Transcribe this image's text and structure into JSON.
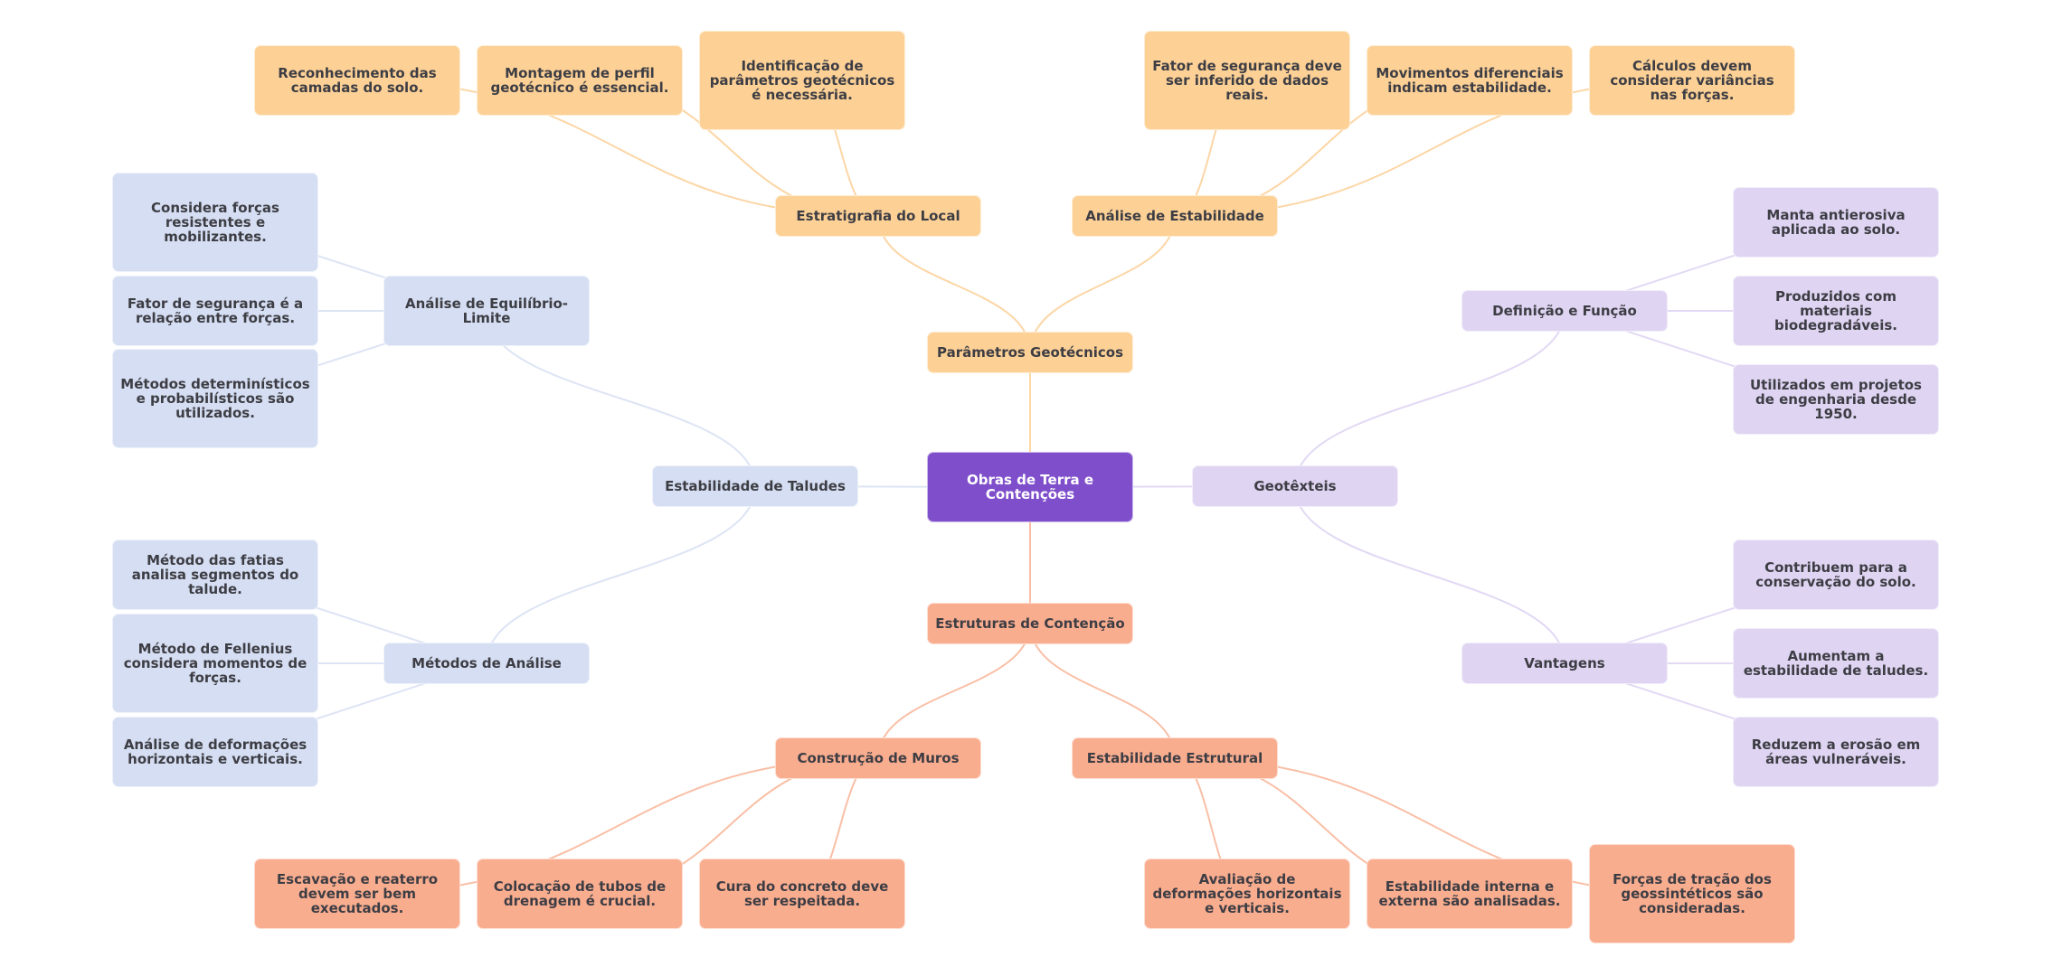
{
  "colors": {
    "root": "#7f4fcb",
    "orange": "#fdd196",
    "orange_link": "#fcd6a6",
    "salmon": "#f9ad8f",
    "salmon_link": "#f9bfa6",
    "blue": "#d5def2",
    "blue_link": "#dde4f4",
    "lavender": "#dfd4f2",
    "lavender_link": "#e2d9f4",
    "text": "#3d3d44",
    "root_text": "#ffffff"
  },
  "mindmap": {
    "root": {
      "label": "Obras de Terra e Contenções"
    },
    "branches": [
      {
        "label": "Parâmetros Geotécnicos",
        "color": "orange",
        "subtopics": [
          {
            "label": "Estratigrafia do Local",
            "leaves": [
              "Reconhecimento das camadas do solo.",
              "Montagem de perfil geotécnico é essencial.",
              "Identificação de parâmetros geotécnicos é necessária."
            ]
          },
          {
            "label": "Análise de Estabilidade",
            "leaves": [
              "Fator de segurança deve ser inferido de dados reais.",
              "Movimentos diferenciais indicam estabilidade.",
              "Cálculos devem considerar variâncias nas forças."
            ]
          }
        ]
      },
      {
        "label": "Estabilidade de Taludes",
        "color": "blue",
        "subtopics": [
          {
            "label": "Análise de Equilíbrio-Limite",
            "leaves": [
              "Considera forças resistentes e mobilizantes.",
              "Fator de segurança é a relação entre forças.",
              "Métodos determinísticos e probabilísticos são utilizados."
            ]
          },
          {
            "label": "Métodos de Análise",
            "leaves": [
              "Método das fatias analisa segmentos do talude.",
              "Método de Fellenius considera momentos de forças.",
              "Análise de deformações horizontais e verticais."
            ]
          }
        ]
      },
      {
        "label": "Geotêxteis",
        "color": "lavender",
        "subtopics": [
          {
            "label": "Definição e Função",
            "leaves": [
              "Manta antierosiva aplicada ao solo.",
              "Produzidos com materiais biodegradáveis.",
              "Utilizados em projetos de engenharia desde 1950."
            ]
          },
          {
            "label": "Vantagens",
            "leaves": [
              "Contribuem para a conservação do solo.",
              "Aumentam a estabilidade de taludes.",
              "Reduzem a erosão em áreas vulneráveis."
            ]
          }
        ]
      },
      {
        "label": "Estruturas de Contenção",
        "color": "salmon",
        "subtopics": [
          {
            "label": "Construção de Muros",
            "leaves": [
              "Escavação e reaterro devem ser bem executados.",
              "Colocação de tubos de drenagem é crucial.",
              "Cura do concreto deve ser respeitada."
            ]
          },
          {
            "label": "Estabilidade Estrutural",
            "leaves": [
              "Avaliação de deformações horizontais e verticais.",
              "Estabilidade interna e externa são analisadas.",
              "Forças de tração dos geossintéticos são consideradas."
            ]
          }
        ]
      }
    ]
  }
}
